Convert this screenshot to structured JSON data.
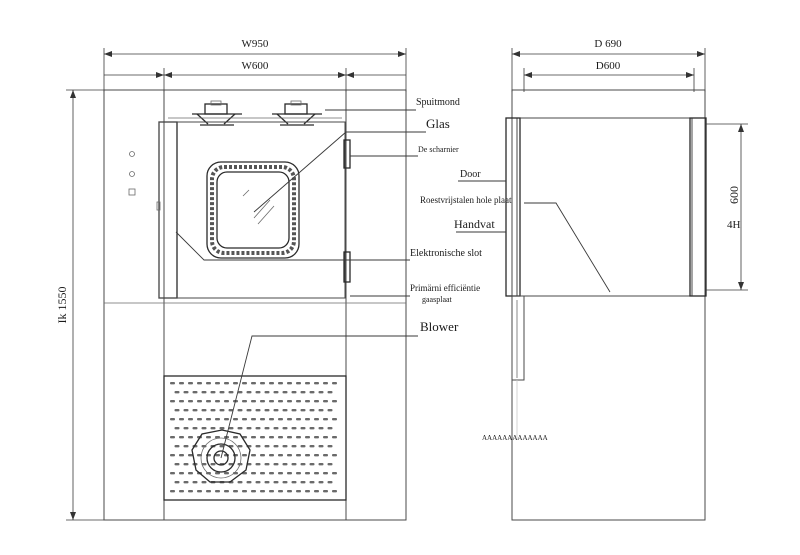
{
  "dimensions": {
    "w_outer": "W950",
    "w_inner": "W600",
    "d_outer": "D 690",
    "d_inner": "D600",
    "height_total": "Ik 1550",
    "height_window": "600",
    "height_window_prefix": "4H"
  },
  "labels": {
    "spuitmond": "Spuitmond",
    "glas": "Glas",
    "scharnier": "De scharnier",
    "door": "Door",
    "rvs_plaat": "Roestvrijstalen hole plaat",
    "handvat": "Handvat",
    "slot": "Elektronische slot",
    "primair_1": "Primärni efficiëntie",
    "primair_2": "gaasplaat",
    "blower": "Blower",
    "stray": "AAAAAAAAAAAAA"
  },
  "colors": {
    "line": "#4a4a4a",
    "panel": "#f4f4f4",
    "text": "#1a1a1a"
  }
}
